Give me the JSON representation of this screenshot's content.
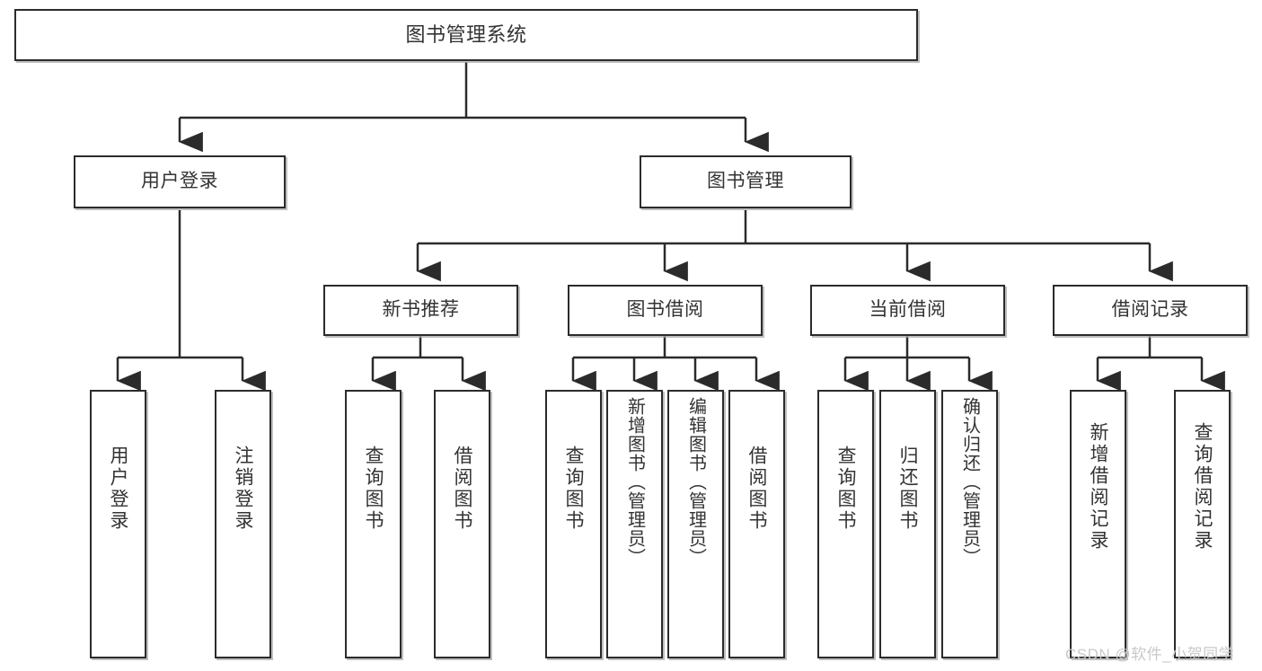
{
  "diagram": {
    "title": "图书管理系统",
    "type": "hierarchy-tree",
    "background_color": "#ffffff",
    "border_color": "#2b2b2b",
    "text_color": "#333333",
    "watermark": "CSDN @软件_小贺同学"
  },
  "nodes": {
    "root": {
      "label": "图书管理系统"
    },
    "level1": [
      {
        "label": "用户登录"
      },
      {
        "label": "图书管理"
      }
    ],
    "level2": [
      {
        "label": "新书推荐"
      },
      {
        "label": "图书借阅"
      },
      {
        "label": "当前借阅"
      },
      {
        "label": "借阅记录"
      }
    ],
    "leaves": {
      "user_login": [
        {
          "label": "用户登录"
        },
        {
          "label": "注销登录"
        }
      ],
      "new_book_recommend": [
        {
          "label": "查询图书"
        },
        {
          "label": "借阅图书"
        }
      ],
      "book_borrow": [
        {
          "label": "查询图书"
        },
        {
          "label": "新增图书（管理员）"
        },
        {
          "label": "编辑图书（管理员）"
        },
        {
          "label": "借阅图书"
        }
      ],
      "current_borrow": [
        {
          "label": "查询图书"
        },
        {
          "label": "归还图书"
        },
        {
          "label": "确认归还（管理员）"
        }
      ],
      "borrow_record": [
        {
          "label": "新增借阅记录"
        },
        {
          "label": "查询借阅记录"
        }
      ]
    }
  }
}
